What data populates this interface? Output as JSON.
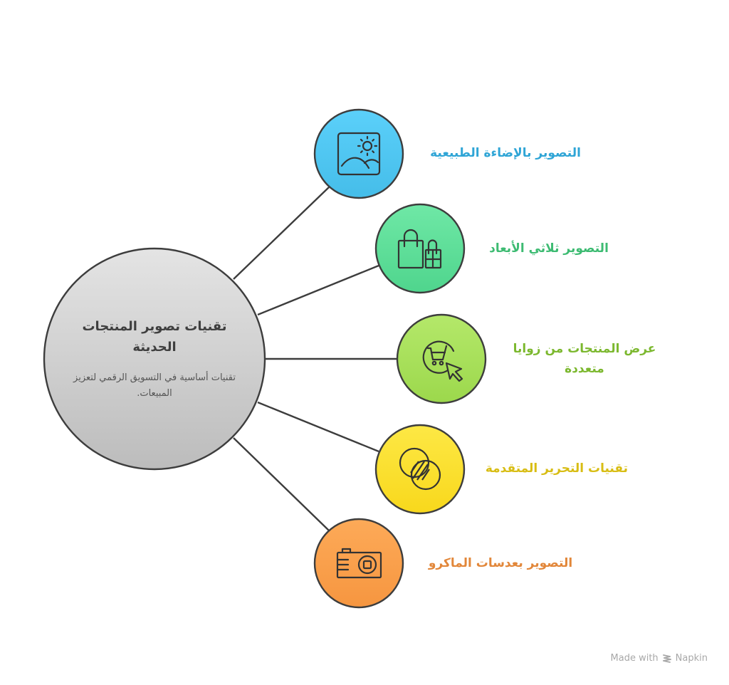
{
  "diagram": {
    "type": "hub-and-spoke",
    "center": {
      "title": "تقنيات تصوير المنتجات الحديثة",
      "description": "تقنيات أساسية في التسويق الرقمي لتعزيز المبيعات.",
      "fill_top": "#e3e3e3",
      "fill_bottom": "#bdbdbd"
    },
    "nodes": [
      {
        "id": "natural-light",
        "label": "التصوير بالإضاءة الطبيعية",
        "icon": "image-sun-icon",
        "color": "#4fc6f0",
        "text_color": "#2fa5d6"
      },
      {
        "id": "3d",
        "label": "التصوير ثلاثي الأبعاد",
        "icon": "shopping-bags-icon",
        "color": "#5ddf9a",
        "text_color": "#3dbb72"
      },
      {
        "id": "multi-angle",
        "label_line1": "عرض المنتجات من زوايا",
        "label_line2": "متعددة",
        "icon": "cart-cursor-icon",
        "color": "#a8e05a",
        "text_color": "#7cb82f"
      },
      {
        "id": "editing",
        "label": "تقنيات التحرير المتقدمة",
        "icon": "overlap-circles-icon",
        "color": "#fbe033",
        "text_color": "#d8bd14"
      },
      {
        "id": "macro",
        "label": "التصوير بعدسات الماكرو",
        "icon": "camera-icon",
        "color": "#fba14e",
        "text_color": "#e2873a"
      }
    ],
    "stroke_color": "#3d3d3d"
  },
  "footer": {
    "made_with": "Made with",
    "brand": "Napkin"
  }
}
